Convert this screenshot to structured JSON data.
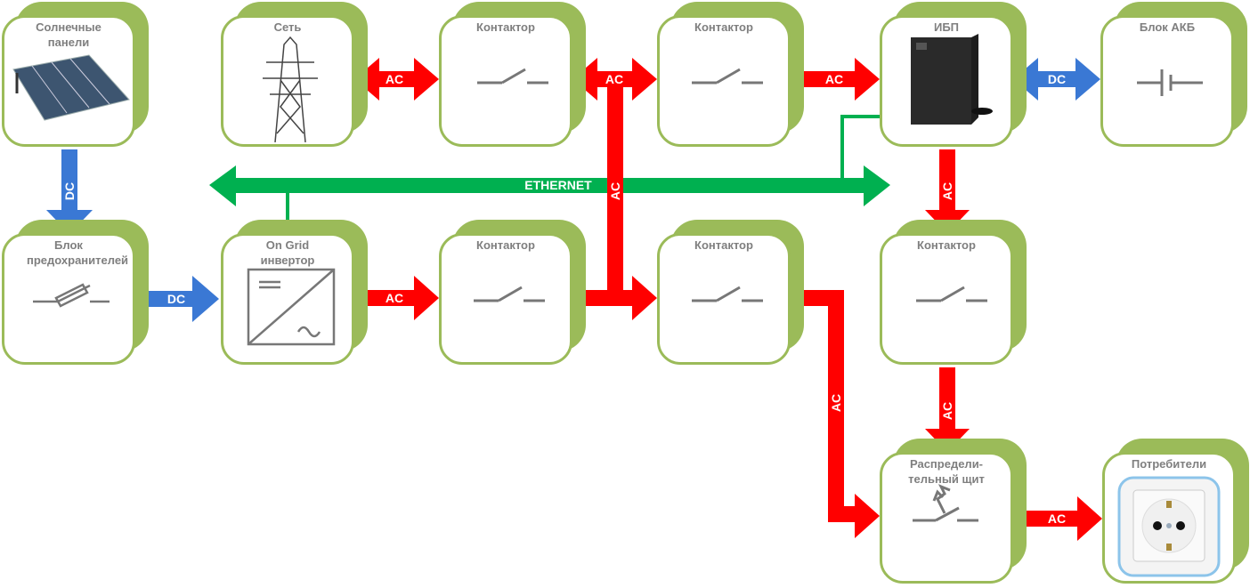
{
  "nodes": {
    "solar": "Солнечные панели",
    "grid": "Сеть",
    "contactor_grid": "Контактор",
    "contactor_ups_in": "Контактор",
    "ups": "ИБП",
    "battery": "Блок АКБ",
    "fuse": "Блок предохранителей",
    "inverter": "On Grid инвертор",
    "contactor_inv": "Контактор",
    "contactor_mid": "Контактор",
    "contactor_ups_out": "Контактор",
    "distribution": "Распредели-тельный щит",
    "consumers": "Потребители"
  },
  "labels": {
    "ac": "AC",
    "dc": "DC",
    "ethernet": "ETHERNET"
  },
  "colors": {
    "ac": "#ff0000",
    "dc": "#3a78d4",
    "ethernet": "#00b050",
    "frame": "#9bbb59"
  }
}
